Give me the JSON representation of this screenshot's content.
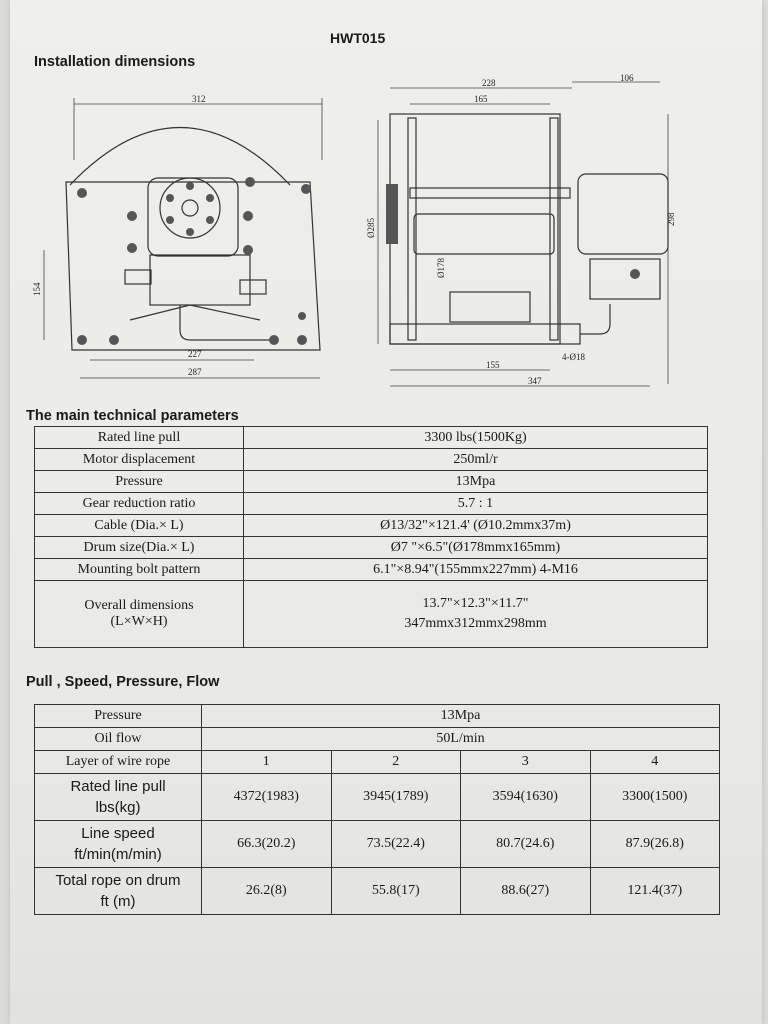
{
  "title": "HWT015",
  "install": {
    "heading": "Installation dimensions",
    "front_dims": {
      "top": "312",
      "bottom1": "227",
      "bottom2": "287",
      "left": "154"
    },
    "side_dims": {
      "top1": "228",
      "top2": "106",
      "top3": "165",
      "left": "Ø285",
      "drum": "Ø178",
      "right": "298",
      "bottom1": "155",
      "bottom2": "347",
      "holes": "4-Ø18"
    }
  },
  "params": {
    "heading": "The main technical parameters",
    "rows": [
      {
        "label": "Rated line pull",
        "value": "3300 lbs(1500Kg)"
      },
      {
        "label": "Motor displacement",
        "value": "250ml/r"
      },
      {
        "label": "Pressure",
        "value": "13Mpa"
      },
      {
        "label": "Gear reduction ratio",
        "value": "5.7 : 1"
      },
      {
        "label": "Cable (Dia.× L)",
        "value": "Ø13/32\"×121.4' (Ø10.2mmx37m)"
      },
      {
        "label": "Drum size(Dia.× L)",
        "value": "Ø7 \"×6.5\"(Ø178mmx165mm)"
      },
      {
        "label": "Mounting bolt pattern",
        "value": "6.1\"×8.94\"(155mmx227mm)   4-M16"
      }
    ],
    "overall": {
      "label1": "Overall dimensions",
      "label2": "(L×W×H)",
      "value1": "13.7\"×12.3\"×11.7\"",
      "value2": "347mmx312mmx298mm"
    }
  },
  "performance": {
    "heading": "Pull , Speed, Pressure, Flow",
    "pressure_label": "Pressure",
    "pressure_value": "13Mpa",
    "oil_label": "Oil flow",
    "oil_value": "50L/min",
    "layer_label": "Layer of wire rope",
    "layers": [
      "1",
      "2",
      "3",
      "4"
    ],
    "pull": {
      "label1": "Rated line pull",
      "label2": "lbs(kg)",
      "values": [
        "4372(1983)",
        "3945(1789)",
        "3594(1630)",
        "3300(1500)"
      ]
    },
    "speed": {
      "label1": "Line speed",
      "label2": "ft/min(m/min)",
      "values": [
        "66.3(20.2)",
        "73.5(22.4)",
        "80.7(24.6)",
        "87.9(26.8)"
      ]
    },
    "rope": {
      "label1": "Total rope on drum",
      "label2": "ft (m)",
      "values": [
        "26.2(8)",
        "55.8(17)",
        "88.6(27)",
        "121.4(37)"
      ]
    }
  }
}
